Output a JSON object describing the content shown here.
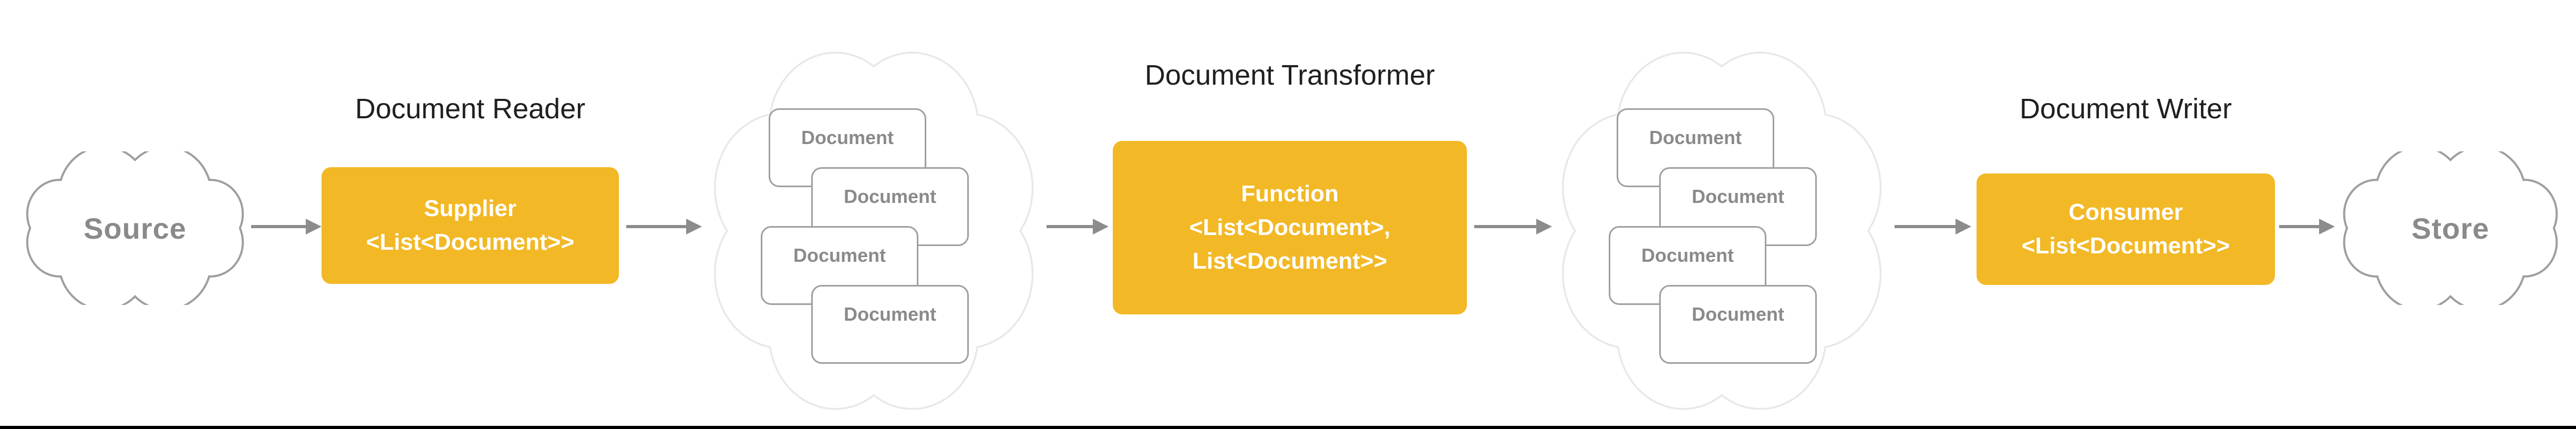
{
  "colors": {
    "accent": "#f2b826",
    "arrow": "#8c8c8c",
    "cloud_stroke": "#9e9e9e",
    "cluster_cloud_stroke": "#e8e8e8",
    "card_border": "#9e9e9e",
    "card_text": "#8a8a8a",
    "title_text": "#1f1f1f",
    "box_text": "#ffffff"
  },
  "source": {
    "label": "Source"
  },
  "store": {
    "label": "Store"
  },
  "reader": {
    "title": "Document Reader",
    "lines": [
      "Supplier",
      "<List<Document>>"
    ]
  },
  "transformer": {
    "title": "Document Transformer",
    "lines": [
      "Function",
      "<List<Document>,",
      "List<Document>>"
    ]
  },
  "writer": {
    "title": "Document Writer",
    "lines": [
      "Consumer",
      "<List<Document>>"
    ]
  },
  "clusters": [
    {
      "cards": [
        "Document",
        "Document",
        "Document",
        "Document"
      ]
    },
    {
      "cards": [
        "Document",
        "Document",
        "Document",
        "Document"
      ]
    }
  ]
}
